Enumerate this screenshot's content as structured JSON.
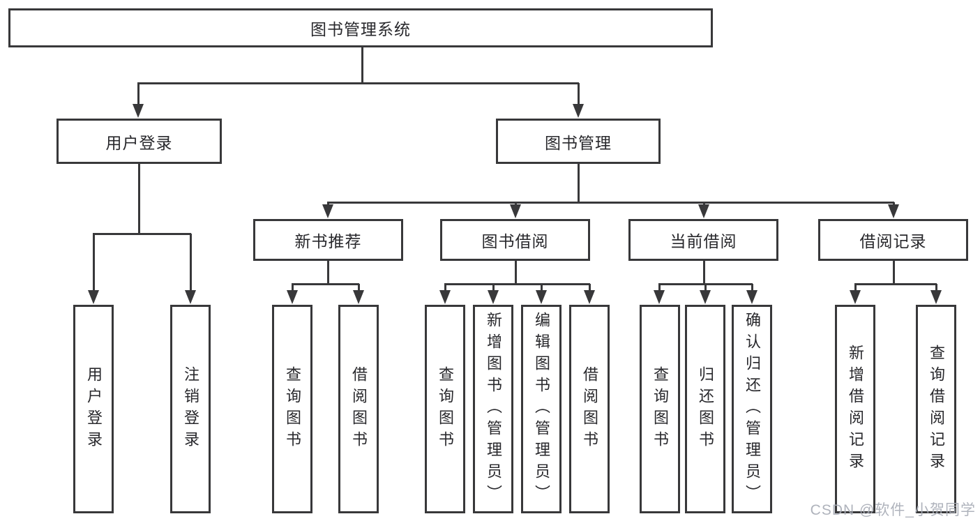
{
  "title": "图书管理系统",
  "watermark": "CSDN @软件_小贺同学",
  "branches": {
    "user_login": {
      "label": "用户登录",
      "leaves": [
        "用户登录",
        "注销登录"
      ]
    },
    "book_management": {
      "label": "图书管理",
      "sections": [
        {
          "label": "新书推荐",
          "leaves": [
            "查询图书",
            "借阅图书"
          ]
        },
        {
          "label": "图书借阅",
          "leaves": [
            "查询图书",
            "新增图书（管理员）",
            "编辑图书（管理员）",
            "借阅图书"
          ]
        },
        {
          "label": "当前借阅",
          "leaves": [
            "查询图书",
            "归还图书",
            "确认归还（管理员）"
          ]
        },
        {
          "label": "借阅记录",
          "leaves": [
            "新增借阅记录",
            "查询借阅记录"
          ]
        }
      ]
    }
  },
  "colors": {
    "line": "#38383a",
    "text": "#28282c",
    "watermark": "#a8adb6"
  }
}
